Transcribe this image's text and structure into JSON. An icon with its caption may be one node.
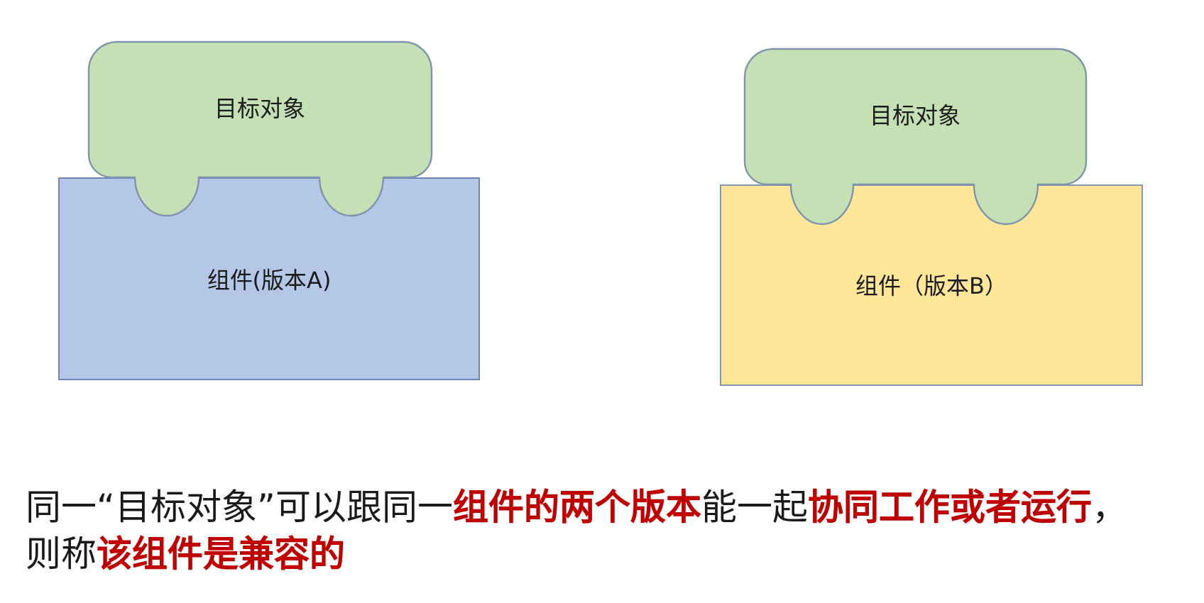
{
  "diagram": {
    "nodes": [
      {
        "text": [
          "目标对象"
        ]
      },
      {
        "text": [
          "组件(版本A)"
        ]
      },
      {
        "text": [
          "目标对象"
        ]
      },
      {
        "text": [
          "组件（版本B）"
        ]
      }
    ],
    "labels": [
      "同一“目标对象”可以跟同一**组件的两个版本**能一起**协同工作或者运行**，则称**该组件是兼容的**"
    ]
  }
}
